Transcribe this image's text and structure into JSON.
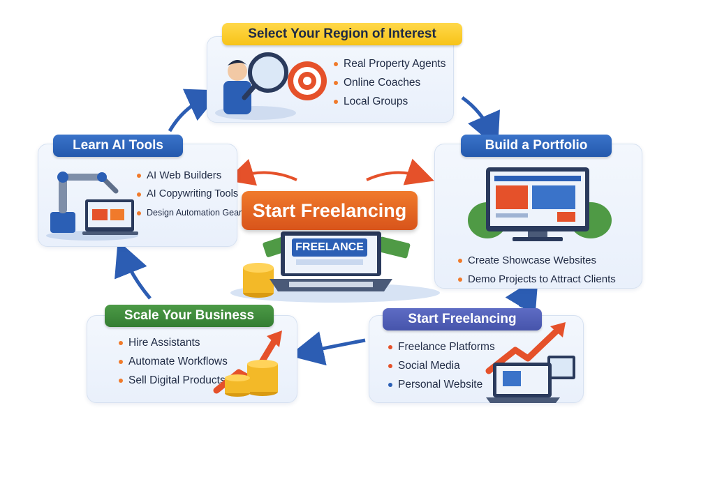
{
  "center": {
    "banner": "Start Freelancing",
    "laptop_label": "FREELANCE"
  },
  "steps": [
    {
      "id": "region",
      "title": "Select Your Region of Interest",
      "color": "#f7c318",
      "items": [
        "Real Property Agents",
        "Online Coaches",
        "Local Groups"
      ]
    },
    {
      "id": "portfolio",
      "title": "Build a Portfolio",
      "color": "#2459ad",
      "items": [
        "Create Showcase Websites",
        "Demo Projects to Attract Clients"
      ]
    },
    {
      "id": "start",
      "title": "Start Freelancing",
      "color": "#4654ab",
      "items": [
        "Freelance Platforms",
        "Social Media",
        "Personal Website"
      ]
    },
    {
      "id": "scale",
      "title": "Scale Your Business",
      "color": "#347d32",
      "items": [
        "Hire Assistants",
        "Automate Workflows",
        "Sell Digital Products"
      ]
    },
    {
      "id": "learn",
      "title": "Learn AI Tools",
      "color": "#2459ad",
      "items": [
        "AI Web Builders",
        "AI Copywriting Tools",
        "Design Automation Gear"
      ]
    }
  ],
  "colors": {
    "arrow": "#2c5db3",
    "accent": "#f07a2b",
    "orange_arrow": "#e5512a"
  },
  "icons": [
    "magnifier-icon",
    "target-icon",
    "robot-arm-icon",
    "monitor-icon",
    "laptop-icon",
    "coins-icon",
    "growth-arrow-icon",
    "money-icon"
  ]
}
